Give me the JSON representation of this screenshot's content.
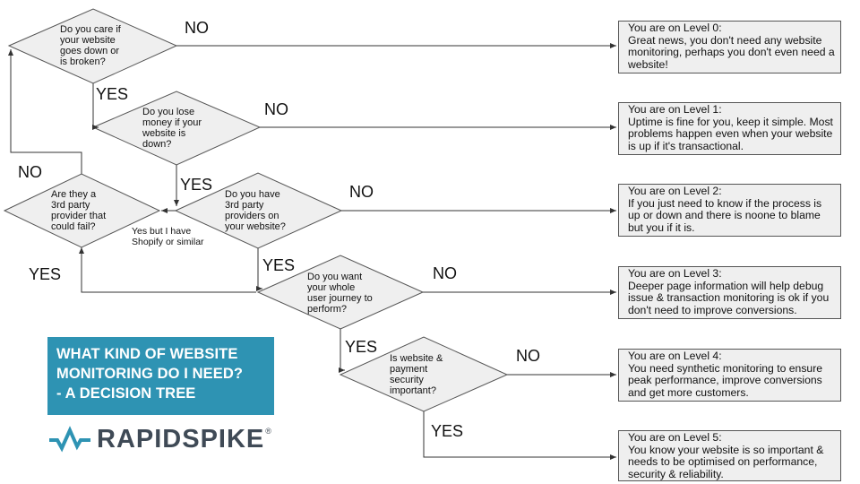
{
  "questions": {
    "q1": [
      "Do you care if",
      "your website",
      "goes down or",
      "is broken?"
    ],
    "q2": [
      "Do you lose",
      "money if your",
      "website is",
      "down?"
    ],
    "q3": [
      "Do you have",
      "3rd party",
      "providers on",
      "your website?"
    ],
    "q4": [
      "Do you want",
      "your whole",
      "user journey to",
      "perform?"
    ],
    "q5": [
      "Is website &",
      "payment",
      "security",
      "important?"
    ],
    "qside": [
      "Are they a",
      "3rd party",
      "provider that",
      "could fail?"
    ]
  },
  "labels": {
    "no": "NO",
    "yes": "YES",
    "shopify": [
      "Yes but I have",
      "Shopify or similar"
    ]
  },
  "levels": [
    [
      "You are on Level 0:",
      "Great news, you don't need any website",
      "monitoring, perhaps you don't even need a",
      "website!"
    ],
    [
      "You are on Level 1:",
      "Uptime is fine for you, keep it simple. Most",
      "problems happen even when your website",
      "is up if it's transactional."
    ],
    [
      "You are on Level 2:",
      "If you just need to know if the process is",
      "up or down and there is noone to blame",
      "but you if it is."
    ],
    [
      "You are on Level 3:",
      "Deeper page information will help debug",
      "issue & transaction monitoring is ok if you",
      "don't need to improve conversions."
    ],
    [
      "You are on Level 4:",
      "You need synthetic monitoring to ensure",
      "peak performance, improve conversions",
      "and get more customers."
    ],
    [
      "You are on Level 5:",
      "You know your website is so important &",
      "needs to be optimised on performance,",
      "security & reliability."
    ]
  ],
  "banner": [
    "WHAT KIND OF WEBSITE",
    "MONITORING DO I NEED?",
    "- A DECISION TREE"
  ],
  "logo": {
    "word": "RAPIDSPIKE",
    "reg": "®"
  },
  "colors": {
    "diamond_fill": "#efefef",
    "box_fill": "#efefef",
    "banner": "#2e93b3",
    "logo_text": "#3f4a56",
    "logo_mark": "#2e93b3"
  }
}
